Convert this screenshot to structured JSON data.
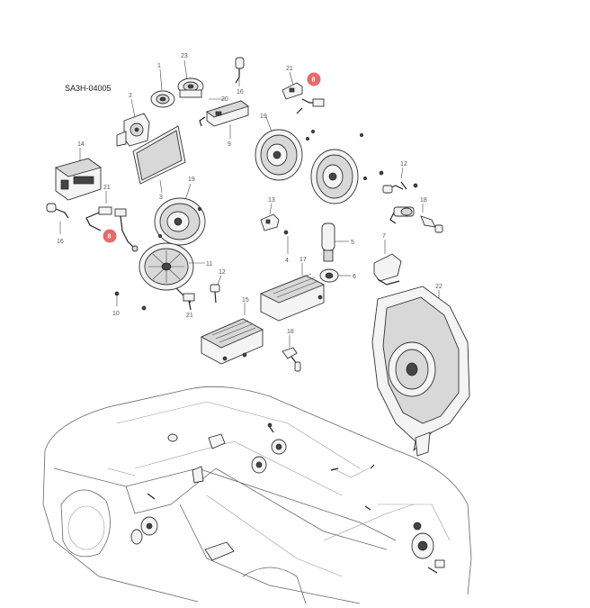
{
  "diagram": {
    "code": "SA3H-04005",
    "callouts": {
      "c1": "1",
      "c2": "2",
      "c3": "3",
      "c4": "4",
      "c5": "5",
      "c6": "6",
      "c7": "7",
      "c8": "8",
      "c9": "9",
      "c10": "10",
      "c11": "11",
      "c12a": "12",
      "c12b": "12",
      "c13": "13",
      "c14": "14",
      "c15": "15",
      "c16a": "16",
      "c16b": "16",
      "c17": "17",
      "c18a": "18",
      "c18b": "18",
      "c19a": "19",
      "c19b": "19",
      "c20": "20",
      "c21a": "21",
      "c21b": "21",
      "c21c": "21",
      "c22": "22",
      "c23": "23"
    },
    "highlighted": {
      "h1": "8",
      "h2": "8"
    },
    "highlight_color": "#e86a6a"
  }
}
